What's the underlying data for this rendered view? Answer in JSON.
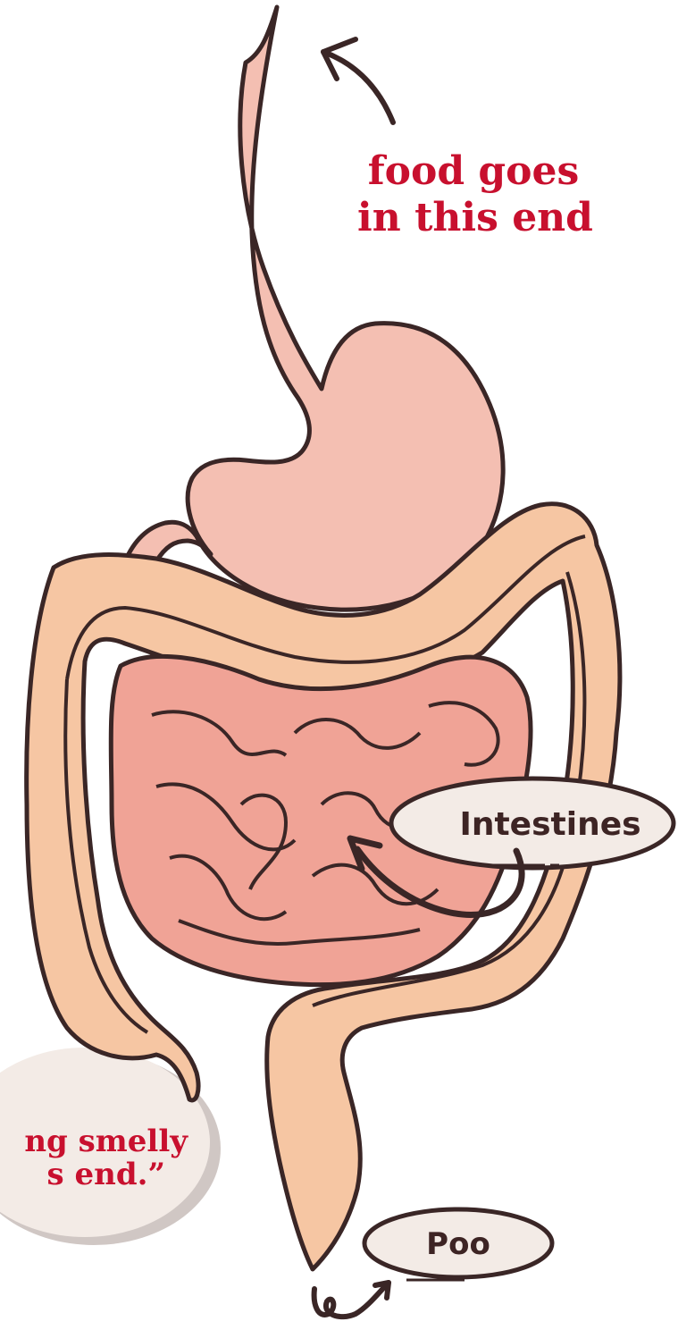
{
  "top_note": {
    "line1": "food goes",
    "line2": "in this end"
  },
  "bottom_note": {
    "line1": "ng smelly",
    "line2": "s end.”"
  },
  "labels": {
    "intestines": "Intestines",
    "poo": "Poo"
  },
  "colors": {
    "text_red": "#c8102e",
    "outline": "#3a2626",
    "stomach": "#f4bfb2",
    "large_intestine": "#f6c6a3",
    "small_intestine": "#f0a396",
    "bubble": "#f3ebe6"
  },
  "icons": [
    "curved-arrow-icon",
    "squiggle-arrow-icon"
  ]
}
